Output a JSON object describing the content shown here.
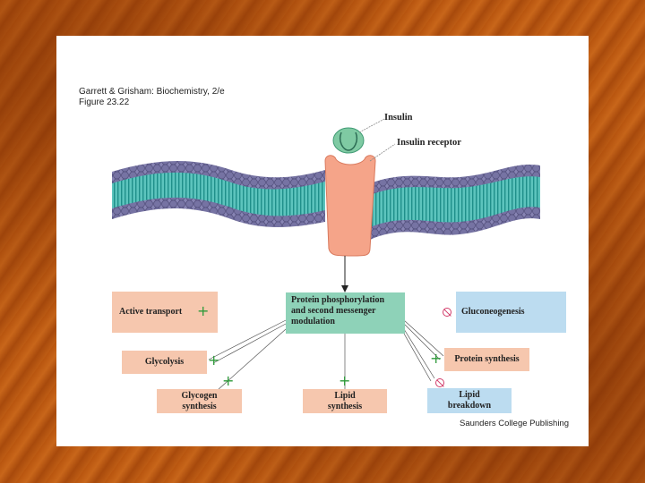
{
  "header": {
    "book": "Garrett & Grisham: Biochemistry, 2/e",
    "figure": "Figure 23.22"
  },
  "labels": {
    "insulin": "Insulin",
    "insulin_receptor": "Insulin receptor"
  },
  "center_box": {
    "line1": "Protein phosphorylation",
    "line2": "and second messenger",
    "line3": "modulation"
  },
  "effects": {
    "active_transport": "Active transport",
    "glycolysis": "Glycolysis",
    "glycogen_synthesis_1": "Glycogen",
    "glycogen_synthesis_2": "synthesis",
    "lipid_synthesis_1": "Lipid",
    "lipid_synthesis_2": "synthesis",
    "gluconeogenesis": "Gluconeogenesis",
    "protein_synthesis": "Protein synthesis",
    "lipid_breakdown_1": "Lipid",
    "lipid_breakdown_2": "breakdown"
  },
  "signs": {
    "stimulate": "+"
  },
  "colors": {
    "stimulate": "#2e9a3a",
    "inhibit": "#d23c6a",
    "membrane_head": "#7b78a6",
    "membrane_tail": "#2fa9a4",
    "receptor": "#f5a489",
    "insulin": "#7fcaa3"
  },
  "credit": "Saunders College Publishing"
}
